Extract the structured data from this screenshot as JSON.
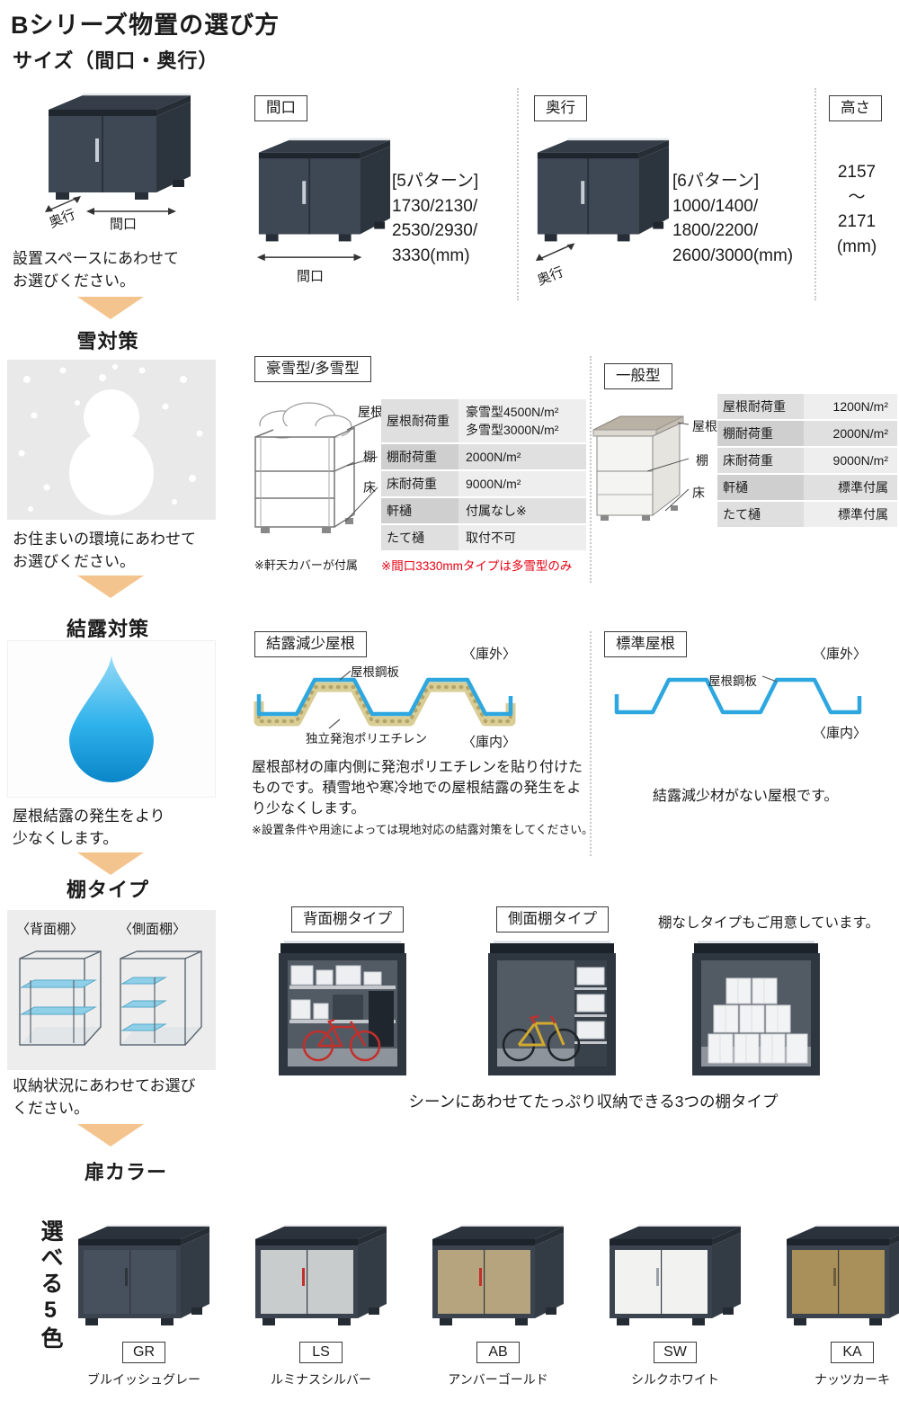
{
  "page": {
    "title": "Bシリーズ物置の選び方"
  },
  "size": {
    "heading": "サイズ（間口・奥行）",
    "caption": "設置スペースにあわせて\nお選びください。",
    "overview_depth_label": "奥行",
    "overview_width_label": "間口",
    "width": {
      "label": "間口",
      "patterns": "[5パターン]",
      "values": "1730/2130/\n2530/2930/\n3330(mm)",
      "dim_label": "間口"
    },
    "depth": {
      "label": "奥行",
      "patterns": "[6パターン]",
      "values": "1000/1400/\n1800/2200/\n2600/3000(mm)",
      "dim_label": "奥行"
    },
    "height": {
      "label": "高さ",
      "values": "2157\n〜\n2171\n(mm)"
    }
  },
  "snow": {
    "heading": "雪対策",
    "caption": "お住まいの環境にあわせて\nお選びください。",
    "heavy": {
      "label": "豪雪型/多雪型",
      "roof_label": "屋根",
      "shelf_label": "棚",
      "floor_label": "床",
      "table": [
        {
          "name": "屋根耐荷重",
          "value": "豪雪型4500N/m²\n多雪型3000N/m²"
        },
        {
          "name": "棚耐荷重",
          "value": "2000N/m²"
        },
        {
          "name": "床耐荷重",
          "value": "9000N/m²"
        },
        {
          "name": "軒樋",
          "value": "付属なし※"
        },
        {
          "name": "たて樋",
          "value": "取付不可"
        }
      ],
      "note": "※軒天カバーが付属",
      "warning": "※間口3330mmタイプは多雪型のみ"
    },
    "general": {
      "label": "一般型",
      "roof_label": "屋根",
      "shelf_label": "棚",
      "floor_label": "床",
      "table": [
        {
          "name": "屋根耐荷重",
          "value": "1200N/m²"
        },
        {
          "name": "棚耐荷重",
          "value": "2000N/m²"
        },
        {
          "name": "床耐荷重",
          "value": "9000N/m²"
        },
        {
          "name": "軒樋",
          "value": "標準付属"
        },
        {
          "name": "たて樋",
          "value": "標準付属"
        }
      ]
    }
  },
  "condensation": {
    "heading": "結露対策",
    "caption": "屋根結露の発生をより\n少なくします。",
    "reduced": {
      "label": "結露減少屋根",
      "outside_label": "〈庫外〉",
      "inside_label": "〈庫内〉",
      "steel_label": "屋根鋼板",
      "foam_label": "独立発泡ポリエチレン",
      "description": "屋根部材の庫内側に発泡ポリエチレンを貼り付けたものです。積雪地や寒冷地での屋根結露の発生をより少なくします。",
      "note": "※設置条件や用途によっては現地対応の結露対策をしてください。"
    },
    "standard": {
      "label": "標準屋根",
      "outside_label": "〈庫外〉",
      "inside_label": "〈庫内〉",
      "steel_label": "屋根鋼板",
      "description": "結露減少材がない屋根です。"
    }
  },
  "shelf": {
    "heading": "棚タイプ",
    "back_diagram_label": "〈背面棚〉",
    "side_diagram_label": "〈側面棚〉",
    "caption": "収納状況にあわせてお選び\nください。",
    "back_type_label": "背面棚タイプ",
    "side_type_label": "側面棚タイプ",
    "no_shelf_note": "棚なしタイプもご用意しています。",
    "bottom_caption": "シーンにあわせてたっぷり収納できる3つの棚タイプ"
  },
  "door_color": {
    "heading": "扉カラー",
    "side_label": "選べる5色",
    "colors": [
      {
        "code": "GR",
        "name": "ブルイッシュグレー",
        "hex": "#47515d"
      },
      {
        "code": "LS",
        "name": "ルミナスシルバー",
        "hex": "#c9cccd"
      },
      {
        "code": "AB",
        "name": "アンバーゴールド",
        "hex": "#b5a47e"
      },
      {
        "code": "SW",
        "name": "シルクホワイト",
        "hex": "#f2f2f0"
      },
      {
        "code": "KA",
        "name": "ナッツカーキ",
        "hex": "#a98f59"
      }
    ]
  },
  "theme": {
    "accent_arrow": "#f4c48e",
    "warning_red": "#e60012",
    "roof_blue": "#2ea7e0",
    "foam_tan": "#d9cd96",
    "shed_dark": "#3e4855"
  }
}
